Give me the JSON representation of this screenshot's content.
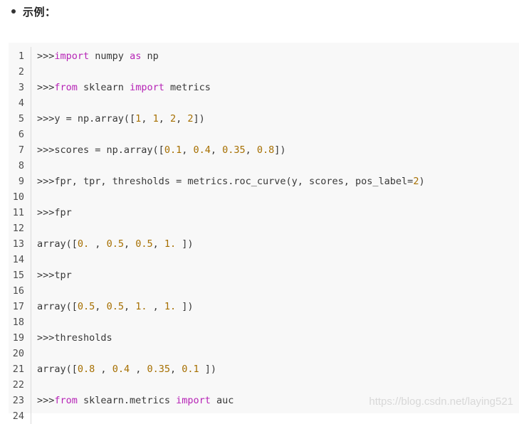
{
  "header": {
    "title": "示例："
  },
  "code": {
    "lines": [
      {
        "num": "1",
        "tokens": [
          {
            "t": ">>>",
            "k": "plain"
          },
          {
            "t": "import",
            "k": "kw"
          },
          {
            "t": " numpy ",
            "k": "plain"
          },
          {
            "t": "as",
            "k": "kw"
          },
          {
            "t": " np",
            "k": "plain"
          }
        ]
      },
      {
        "num": "2",
        "tokens": []
      },
      {
        "num": "3",
        "tokens": [
          {
            "t": ">>>",
            "k": "plain"
          },
          {
            "t": "from",
            "k": "kw"
          },
          {
            "t": " sklearn ",
            "k": "plain"
          },
          {
            "t": "import",
            "k": "kw"
          },
          {
            "t": " metrics",
            "k": "plain"
          }
        ]
      },
      {
        "num": "4",
        "tokens": []
      },
      {
        "num": "5",
        "tokens": [
          {
            "t": ">>>y = np.array([",
            "k": "plain"
          },
          {
            "t": "1",
            "k": "num"
          },
          {
            "t": ", ",
            "k": "plain"
          },
          {
            "t": "1",
            "k": "num"
          },
          {
            "t": ", ",
            "k": "plain"
          },
          {
            "t": "2",
            "k": "num"
          },
          {
            "t": ", ",
            "k": "plain"
          },
          {
            "t": "2",
            "k": "num"
          },
          {
            "t": "])",
            "k": "plain"
          }
        ]
      },
      {
        "num": "6",
        "tokens": []
      },
      {
        "num": "7",
        "tokens": [
          {
            "t": ">>>scores = np.array([",
            "k": "plain"
          },
          {
            "t": "0.1",
            "k": "num"
          },
          {
            "t": ", ",
            "k": "plain"
          },
          {
            "t": "0.4",
            "k": "num"
          },
          {
            "t": ", ",
            "k": "plain"
          },
          {
            "t": "0.35",
            "k": "num"
          },
          {
            "t": ", ",
            "k": "plain"
          },
          {
            "t": "0.8",
            "k": "num"
          },
          {
            "t": "])",
            "k": "plain"
          }
        ]
      },
      {
        "num": "8",
        "tokens": []
      },
      {
        "num": "9",
        "tokens": [
          {
            "t": ">>>fpr, tpr, thresholds = metrics.roc_curve(y, scores, pos_label=",
            "k": "plain"
          },
          {
            "t": "2",
            "k": "num"
          },
          {
            "t": ")",
            "k": "plain"
          }
        ]
      },
      {
        "num": "10",
        "tokens": []
      },
      {
        "num": "11",
        "tokens": [
          {
            "t": ">>>fpr",
            "k": "plain"
          }
        ]
      },
      {
        "num": "12",
        "tokens": []
      },
      {
        "num": "13",
        "tokens": [
          {
            "t": "array([",
            "k": "plain"
          },
          {
            "t": "0.",
            "k": "num"
          },
          {
            "t": " , ",
            "k": "plain"
          },
          {
            "t": "0.5",
            "k": "num"
          },
          {
            "t": ", ",
            "k": "plain"
          },
          {
            "t": "0.5",
            "k": "num"
          },
          {
            "t": ", ",
            "k": "plain"
          },
          {
            "t": "1.",
            "k": "num"
          },
          {
            "t": " ])",
            "k": "plain"
          }
        ]
      },
      {
        "num": "14",
        "tokens": []
      },
      {
        "num": "15",
        "tokens": [
          {
            "t": ">>>tpr",
            "k": "plain"
          }
        ]
      },
      {
        "num": "16",
        "tokens": []
      },
      {
        "num": "17",
        "tokens": [
          {
            "t": "array([",
            "k": "plain"
          },
          {
            "t": "0.5",
            "k": "num"
          },
          {
            "t": ", ",
            "k": "plain"
          },
          {
            "t": "0.5",
            "k": "num"
          },
          {
            "t": ", ",
            "k": "plain"
          },
          {
            "t": "1.",
            "k": "num"
          },
          {
            "t": " , ",
            "k": "plain"
          },
          {
            "t": "1.",
            "k": "num"
          },
          {
            "t": " ])",
            "k": "plain"
          }
        ]
      },
      {
        "num": "18",
        "tokens": []
      },
      {
        "num": "19",
        "tokens": [
          {
            "t": ">>>thresholds",
            "k": "plain"
          }
        ]
      },
      {
        "num": "20",
        "tokens": []
      },
      {
        "num": "21",
        "tokens": [
          {
            "t": "array([",
            "k": "plain"
          },
          {
            "t": "0.8",
            "k": "num"
          },
          {
            "t": " , ",
            "k": "plain"
          },
          {
            "t": "0.4",
            "k": "num"
          },
          {
            "t": " , ",
            "k": "plain"
          },
          {
            "t": "0.35",
            "k": "num"
          },
          {
            "t": ", ",
            "k": "plain"
          },
          {
            "t": "0.1",
            "k": "num"
          },
          {
            "t": " ])",
            "k": "plain"
          }
        ]
      },
      {
        "num": "22",
        "tokens": []
      },
      {
        "num": "23",
        "tokens": [
          {
            "t": ">>>",
            "k": "plain"
          },
          {
            "t": "from",
            "k": "kw"
          },
          {
            "t": " sklearn.metrics ",
            "k": "plain"
          },
          {
            "t": "import",
            "k": "kw"
          },
          {
            "t": " auc",
            "k": "plain"
          }
        ]
      },
      {
        "num": "24",
        "tokens": []
      }
    ]
  },
  "watermark": "https://blog.csdn.net/laying521",
  "colors": {
    "keyword": "#b624b6",
    "number": "#a66f00",
    "code_background": "#f8f8f8"
  }
}
